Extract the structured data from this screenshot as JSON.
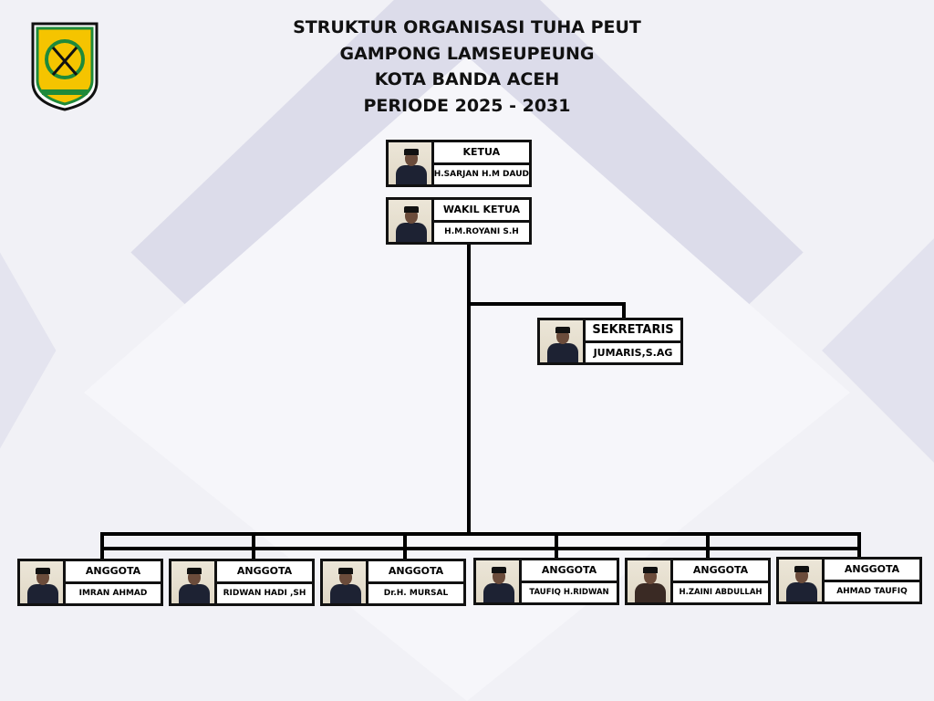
{
  "header": {
    "line1": "STRUKTUR ORGANISASI TUHA PEUT",
    "line2": "GAMPONG LAMSEUPEUNG",
    "line3": "KOTA BANDA ACEH",
    "line4": "PERIODE 2025 - 2031"
  },
  "logo": {
    "icon": "banda-aceh-emblem-icon",
    "colors": {
      "shield": "#1f8a3a",
      "fill": "#f5c400"
    }
  },
  "ketua": {
    "role": "KETUA",
    "name": "H.SARJAN H.M DAUD"
  },
  "wakil": {
    "role": "WAKIL KETUA",
    "name": "H.M.ROYANI S.H"
  },
  "sekretaris": {
    "role": "SEKRETARIS",
    "name": "JUMARIS,S.AG"
  },
  "anggota": [
    {
      "role": "ANGGOTA",
      "name": "IMRAN AHMAD"
    },
    {
      "role": "ANGGOTA",
      "name": "RIDWAN HADI ,SH"
    },
    {
      "role": "ANGGOTA",
      "name": "Dr.H. MURSAL"
    },
    {
      "role": "ANGGOTA",
      "name": "TAUFIQ H.RIDWAN"
    },
    {
      "role": "ANGGOTA",
      "name": "H.ZAINI ABDULLAH"
    },
    {
      "role": "ANGGOTA",
      "name": "AHMAD TAUFIQ"
    }
  ]
}
